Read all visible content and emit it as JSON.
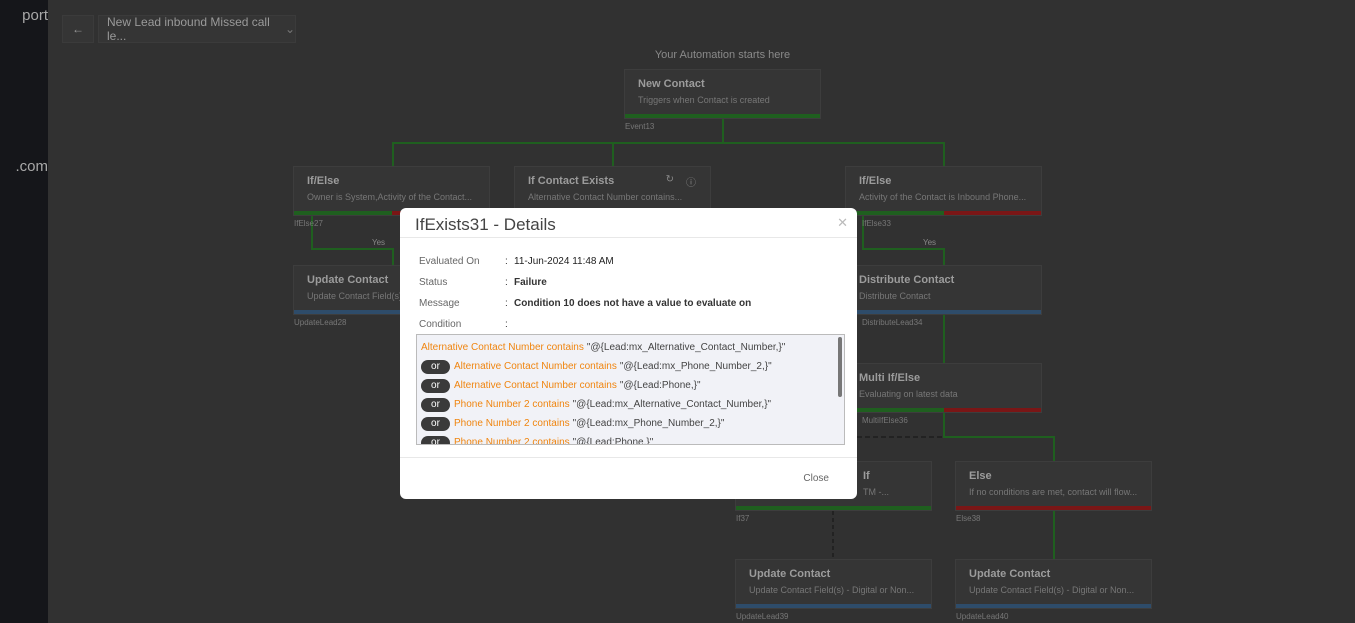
{
  "sidebar": {
    "text1": "port",
    "text2": ".com"
  },
  "header": {
    "workflow_name": "New Lead inbound Missed call le..."
  },
  "canvas": {
    "starts_label": "Your Automation starts here",
    "nodes": [
      {
        "title": "New Contact",
        "desc": "Triggers when Contact is created",
        "id": "Event13"
      },
      {
        "title": "If/Else",
        "desc": "Owner is System,Activity  of the Contact...",
        "id": "IfElse27"
      },
      {
        "title": "If Contact Exists",
        "desc": "Alternative Contact Number contains...",
        "id": ""
      },
      {
        "title": "If/Else",
        "desc": "Activity  of the Contact is Inbound Phone...",
        "id": "IfElse33"
      },
      {
        "title": "Update Contact",
        "desc": "Update Contact Field(s)",
        "id": "UpdateLead28"
      },
      {
        "title": "Distribute Contact",
        "desc": "Distribute Contact",
        "id": "DistributeLead34"
      },
      {
        "title": "Multi If/Else",
        "desc": "Evaluating on latest data",
        "id": "MultiIfElse36"
      },
      {
        "title": "If",
        "desc": "TM -...",
        "id": "If37"
      },
      {
        "title": "Else",
        "desc": "If no conditions are met, contact will flow...",
        "id": "Else38"
      },
      {
        "title": "Update Contact",
        "desc": "Update Contact Field(s) - Digital or Non...",
        "id": "UpdateLead39"
      },
      {
        "title": "Update Contact",
        "desc": "Update Contact Field(s) - Digital or Non...",
        "id": "UpdateLead40"
      }
    ],
    "yes_label": "Yes"
  },
  "modal": {
    "title": "IfExists31 - Details",
    "evaluated_on_label": "Evaluated On",
    "evaluated_on": "11-Jun-2024 11:48 AM",
    "status_label": "Status",
    "status": "Failure",
    "message_label": "Message",
    "message": "Condition 10 does not have a value to evaluate on",
    "condition_label": "Condition",
    "sep": ":",
    "conditions": [
      {
        "op": "",
        "field": "Alternative Contact Number contains",
        "value": "\"@{Lead:mx_Alternative_Contact_Number,}\""
      },
      {
        "op": "or",
        "field": "Alternative Contact Number contains",
        "value": "\"@{Lead:mx_Phone_Number_2,}\""
      },
      {
        "op": "or",
        "field": "Alternative Contact Number contains",
        "value": "\"@{Lead:Phone,}\""
      },
      {
        "op": "or",
        "field": "Phone Number 2 contains",
        "value": "\"@{Lead:mx_Alternative_Contact_Number,}\""
      },
      {
        "op": "or",
        "field": "Phone Number 2 contains",
        "value": "\"@{Lead:mx_Phone_Number_2,}\""
      },
      {
        "op": "or",
        "field": "Phone Number 2 contains",
        "value": "\"@{Lead:Phone,}\""
      }
    ],
    "close_label": "Close"
  }
}
